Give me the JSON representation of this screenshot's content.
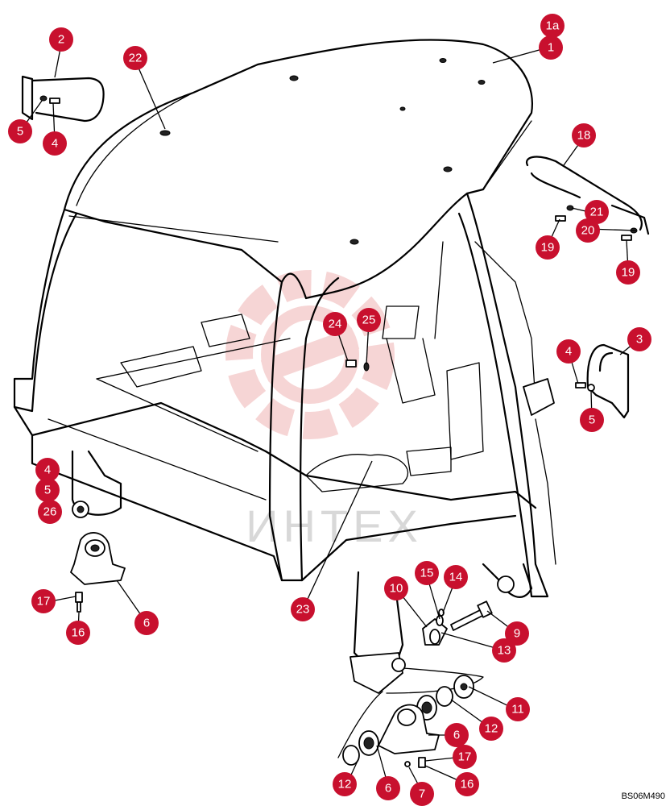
{
  "diagram": {
    "reference_code": "BS06M490",
    "watermark_text": "ИНТЕХ",
    "callouts": [
      {
        "id": "c-1a",
        "label": "1a"
      },
      {
        "id": "c-1",
        "label": "1"
      },
      {
        "id": "c-2",
        "label": "2"
      },
      {
        "id": "c-22",
        "label": "22"
      },
      {
        "id": "c-5a",
        "label": "5"
      },
      {
        "id": "c-4a",
        "label": "4"
      },
      {
        "id": "c-18",
        "label": "18"
      },
      {
        "id": "c-21",
        "label": "21"
      },
      {
        "id": "c-20",
        "label": "20"
      },
      {
        "id": "c-19a",
        "label": "19"
      },
      {
        "id": "c-19b",
        "label": "19"
      },
      {
        "id": "c-24",
        "label": "24"
      },
      {
        "id": "c-25",
        "label": "25"
      },
      {
        "id": "c-3",
        "label": "3"
      },
      {
        "id": "c-4b",
        "label": "4"
      },
      {
        "id": "c-5b",
        "label": "5"
      },
      {
        "id": "c-4c",
        "label": "4"
      },
      {
        "id": "c-5c",
        "label": "5"
      },
      {
        "id": "c-26",
        "label": "26"
      },
      {
        "id": "c-17a",
        "label": "17"
      },
      {
        "id": "c-6a",
        "label": "6"
      },
      {
        "id": "c-16a",
        "label": "16"
      },
      {
        "id": "c-15",
        "label": "15"
      },
      {
        "id": "c-14",
        "label": "14"
      },
      {
        "id": "c-10",
        "label": "10"
      },
      {
        "id": "c-23",
        "label": "23"
      },
      {
        "id": "c-9",
        "label": "9"
      },
      {
        "id": "c-13",
        "label": "13"
      },
      {
        "id": "c-11",
        "label": "11"
      },
      {
        "id": "c-12a",
        "label": "12"
      },
      {
        "id": "c-6b",
        "label": "6"
      },
      {
        "id": "c-17b",
        "label": "17"
      },
      {
        "id": "c-12b",
        "label": "12"
      },
      {
        "id": "c-6c",
        "label": "6"
      },
      {
        "id": "c-7",
        "label": "7"
      },
      {
        "id": "c-16b",
        "label": "16"
      }
    ]
  }
}
